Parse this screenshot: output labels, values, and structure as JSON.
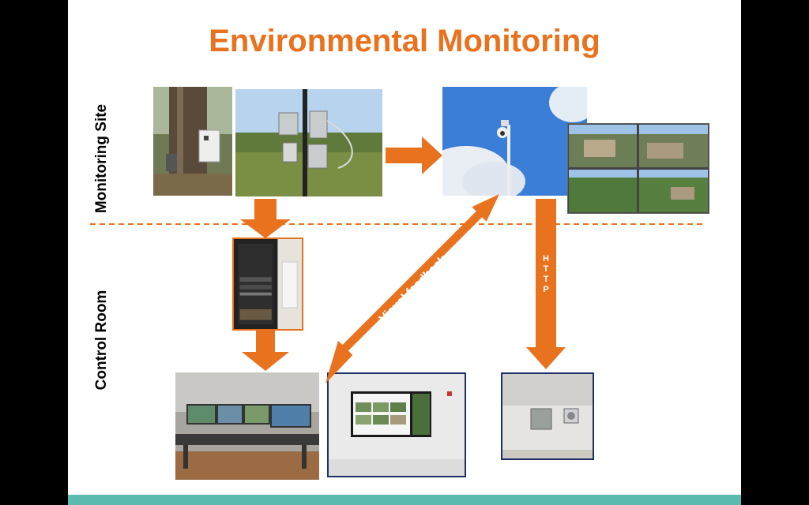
{
  "title": "Environmental Monitoring",
  "labels": {
    "monitoring_site": "Monitoring Site",
    "control_room": "Control Room",
    "visual_feedback": "Visual feedback",
    "http": "HTTP"
  },
  "colors": {
    "accent": "#e9721f",
    "teal": "#5bbab0",
    "navy_border": "#1c2f66"
  }
}
